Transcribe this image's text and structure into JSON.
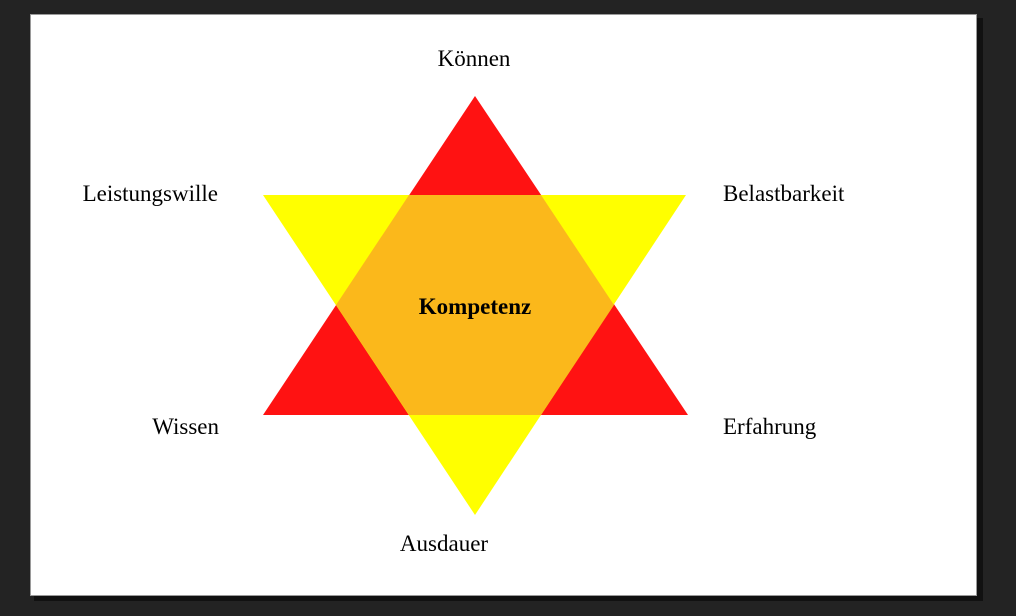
{
  "diagram": {
    "center": "Kompetenz",
    "labels": {
      "top": "Können",
      "top_left": "Leistungswille",
      "top_right": "Belastbarkeit",
      "bottom_left": "Wissen",
      "bottom_right": "Erfahrung",
      "bottom": "Ausdauer"
    },
    "colors": {
      "up_triangle": "#ff1212",
      "down_triangle": "#ffff00",
      "overlap": "#fbb81b",
      "background": "#ffffff"
    }
  }
}
